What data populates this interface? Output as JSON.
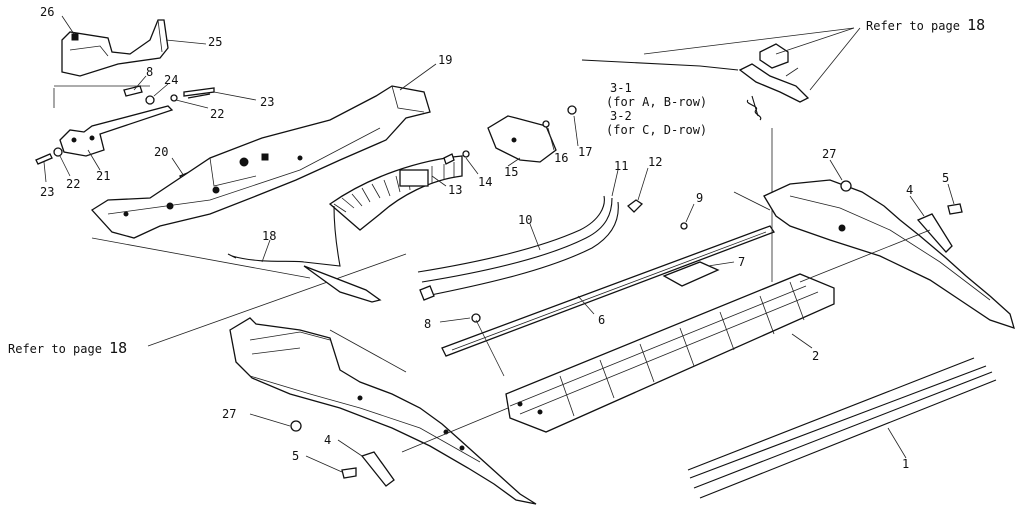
{
  "references": {
    "top_right": {
      "text": "Refer to page",
      "page": "18"
    },
    "left": {
      "text": "Refer to page",
      "page": "18"
    }
  },
  "row_notes": {
    "line1": "3-1",
    "line2": "(for A, B-row)",
    "line3": "3-2",
    "line4": "(for C, D-row)"
  },
  "callouts": [
    "26",
    "25",
    "8",
    "24",
    "23",
    "22",
    "19",
    "21",
    "20",
    "23",
    "22",
    "18",
    "13",
    "14",
    "15",
    "16",
    "17",
    "11",
    "12",
    "10",
    "9",
    "7",
    "6",
    "8",
    "27",
    "4",
    "5",
    "2",
    "27",
    "4",
    "5",
    "1"
  ]
}
